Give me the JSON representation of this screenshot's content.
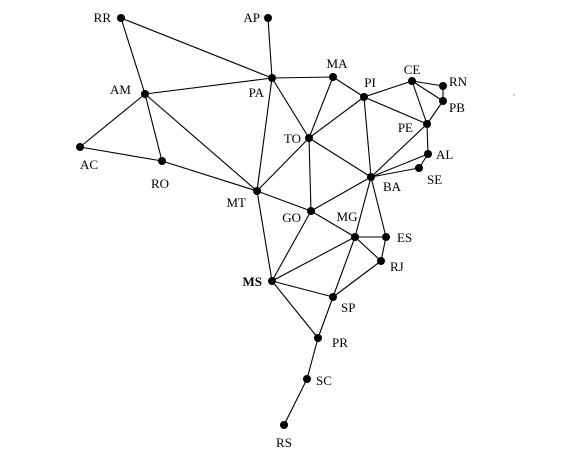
{
  "graph": {
    "nodes": [
      {
        "id": "RR",
        "label": "RR"
      },
      {
        "id": "AP",
        "label": "AP"
      },
      {
        "id": "AM",
        "label": "AM"
      },
      {
        "id": "PA",
        "label": "PA"
      },
      {
        "id": "MA",
        "label": "MA"
      },
      {
        "id": "PI",
        "label": "PI"
      },
      {
        "id": "CE",
        "label": "CE"
      },
      {
        "id": "RN",
        "label": "RN"
      },
      {
        "id": "PB",
        "label": "PB"
      },
      {
        "id": "PE",
        "label": "PE"
      },
      {
        "id": "AL",
        "label": "AL"
      },
      {
        "id": "SE",
        "label": "SE"
      },
      {
        "id": "BA",
        "label": "BA"
      },
      {
        "id": "TO",
        "label": "TO"
      },
      {
        "id": "AC",
        "label": "AC"
      },
      {
        "id": "RO",
        "label": "RO"
      },
      {
        "id": "MT",
        "label": "MT"
      },
      {
        "id": "GO",
        "label": "GO"
      },
      {
        "id": "MG",
        "label": "MG"
      },
      {
        "id": "ES",
        "label": "ES"
      },
      {
        "id": "RJ",
        "label": "RJ"
      },
      {
        "id": "MS",
        "label": "MS"
      },
      {
        "id": "SP",
        "label": "SP"
      },
      {
        "id": "PR",
        "label": "PR"
      },
      {
        "id": "SC",
        "label": "SC"
      },
      {
        "id": "RS",
        "label": "RS"
      }
    ],
    "edges": [
      [
        "RR",
        "AM"
      ],
      [
        "RR",
        "PA"
      ],
      [
        "AP",
        "PA"
      ],
      [
        "AM",
        "PA"
      ],
      [
        "AM",
        "AC"
      ],
      [
        "AM",
        "RO"
      ],
      [
        "AM",
        "MT"
      ],
      [
        "AC",
        "RO"
      ],
      [
        "RO",
        "MT"
      ],
      [
        "PA",
        "MA"
      ],
      [
        "PA",
        "TO"
      ],
      [
        "PA",
        "MT"
      ],
      [
        "MA",
        "TO"
      ],
      [
        "MA",
        "PI"
      ],
      [
        "PI",
        "TO"
      ],
      [
        "PI",
        "CE"
      ],
      [
        "PI",
        "PE"
      ],
      [
        "PI",
        "BA"
      ],
      [
        "CE",
        "RN"
      ],
      [
        "CE",
        "PB"
      ],
      [
        "CE",
        "PE"
      ],
      [
        "RN",
        "PB"
      ],
      [
        "PB",
        "PE"
      ],
      [
        "PE",
        "AL"
      ],
      [
        "PE",
        "BA"
      ],
      [
        "AL",
        "SE"
      ],
      [
        "AL",
        "BA"
      ],
      [
        "SE",
        "BA"
      ],
      [
        "TO",
        "BA"
      ],
      [
        "TO",
        "GO"
      ],
      [
        "TO",
        "MT"
      ],
      [
        "MT",
        "GO"
      ],
      [
        "MT",
        "MS"
      ],
      [
        "GO",
        "BA"
      ],
      [
        "GO",
        "MG"
      ],
      [
        "GO",
        "MS"
      ],
      [
        "BA",
        "MG"
      ],
      [
        "BA",
        "ES"
      ],
      [
        "MG",
        "ES"
      ],
      [
        "MG",
        "RJ"
      ],
      [
        "MG",
        "SP"
      ],
      [
        "MG",
        "MS"
      ],
      [
        "ES",
        "RJ"
      ],
      [
        "RJ",
        "SP"
      ],
      [
        "MS",
        "SP"
      ],
      [
        "MS",
        "PR"
      ],
      [
        "SP",
        "PR"
      ],
      [
        "PR",
        "SC"
      ],
      [
        "SC",
        "RS"
      ]
    ]
  }
}
